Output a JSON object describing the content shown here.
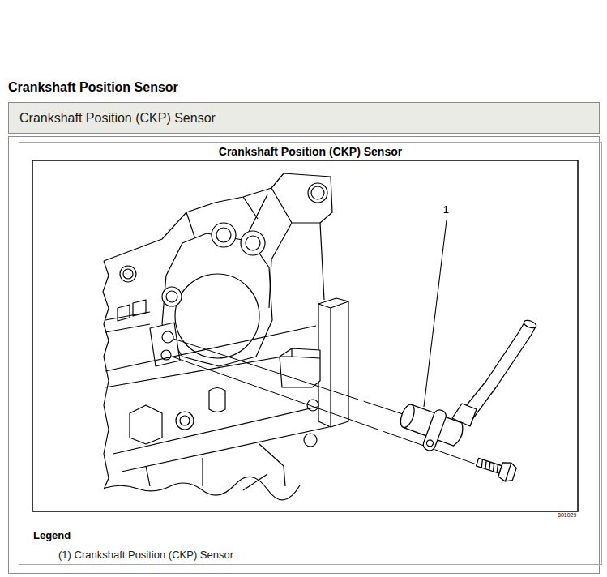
{
  "diagram": {
    "title": "Crankshaft Position Sensor",
    "nodes": [
      {
        "text": [
          "Crankshaft Position (CKP) Sensor"
        ]
      },
      {
        "text": [
          "Crankshaft Position (CKP) Sensor"
        ]
      }
    ],
    "labels": [
      "1",
      "801029",
      "Legend"
    ],
    "legend": [
      {
        "text": "(1) Crankshaft Position (CKP) Sensor"
      }
    ]
  }
}
